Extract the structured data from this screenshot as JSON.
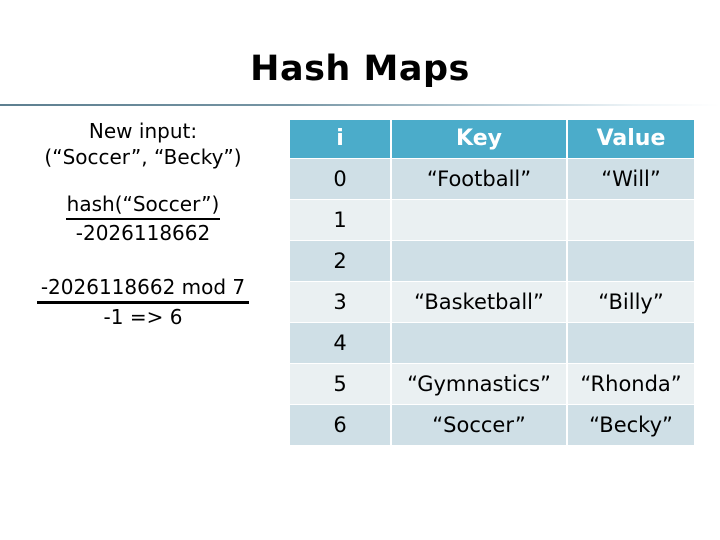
{
  "slide": {
    "title": "Hash Maps"
  },
  "left_panel": {
    "new_input_label": "New input:",
    "new_input_pair": "(“Soccer”, “Becky”)",
    "hash_calc": {
      "expression": "hash(“Soccer”)",
      "result": "-2026118662"
    },
    "mod_calc": {
      "expression": "-2026118662 mod 7",
      "result": "-1 => 6"
    }
  },
  "table": {
    "headers": [
      "i",
      "Key",
      "Value"
    ],
    "rows": [
      {
        "i": "0",
        "key": "“Football”",
        "value": "“Will”",
        "stripe": "dark",
        "small": false
      },
      {
        "i": "1",
        "key": "",
        "value": "",
        "stripe": "light",
        "small": false
      },
      {
        "i": "2",
        "key": "",
        "value": "",
        "stripe": "dark",
        "small": false
      },
      {
        "i": "3",
        "key": "“Basketball”",
        "value": "“Billy”",
        "stripe": "light",
        "small": false
      },
      {
        "i": "4",
        "key": "",
        "value": "",
        "stripe": "dark",
        "small": false
      },
      {
        "i": "5",
        "key": "“Gymnastics”",
        "value": "“Rhonda”",
        "stripe": "light",
        "small": true
      },
      {
        "i": "6",
        "key": "“Soccer”",
        "value": "“Becky”",
        "stripe": "dark",
        "small": false
      }
    ]
  },
  "colors": {
    "header_background": "#4bacca",
    "header_text": "#ffffff",
    "row_dark": "#cfdfe6",
    "row_light": "#eaf0f2",
    "divider": "#5d7f90",
    "text": "#000000"
  }
}
